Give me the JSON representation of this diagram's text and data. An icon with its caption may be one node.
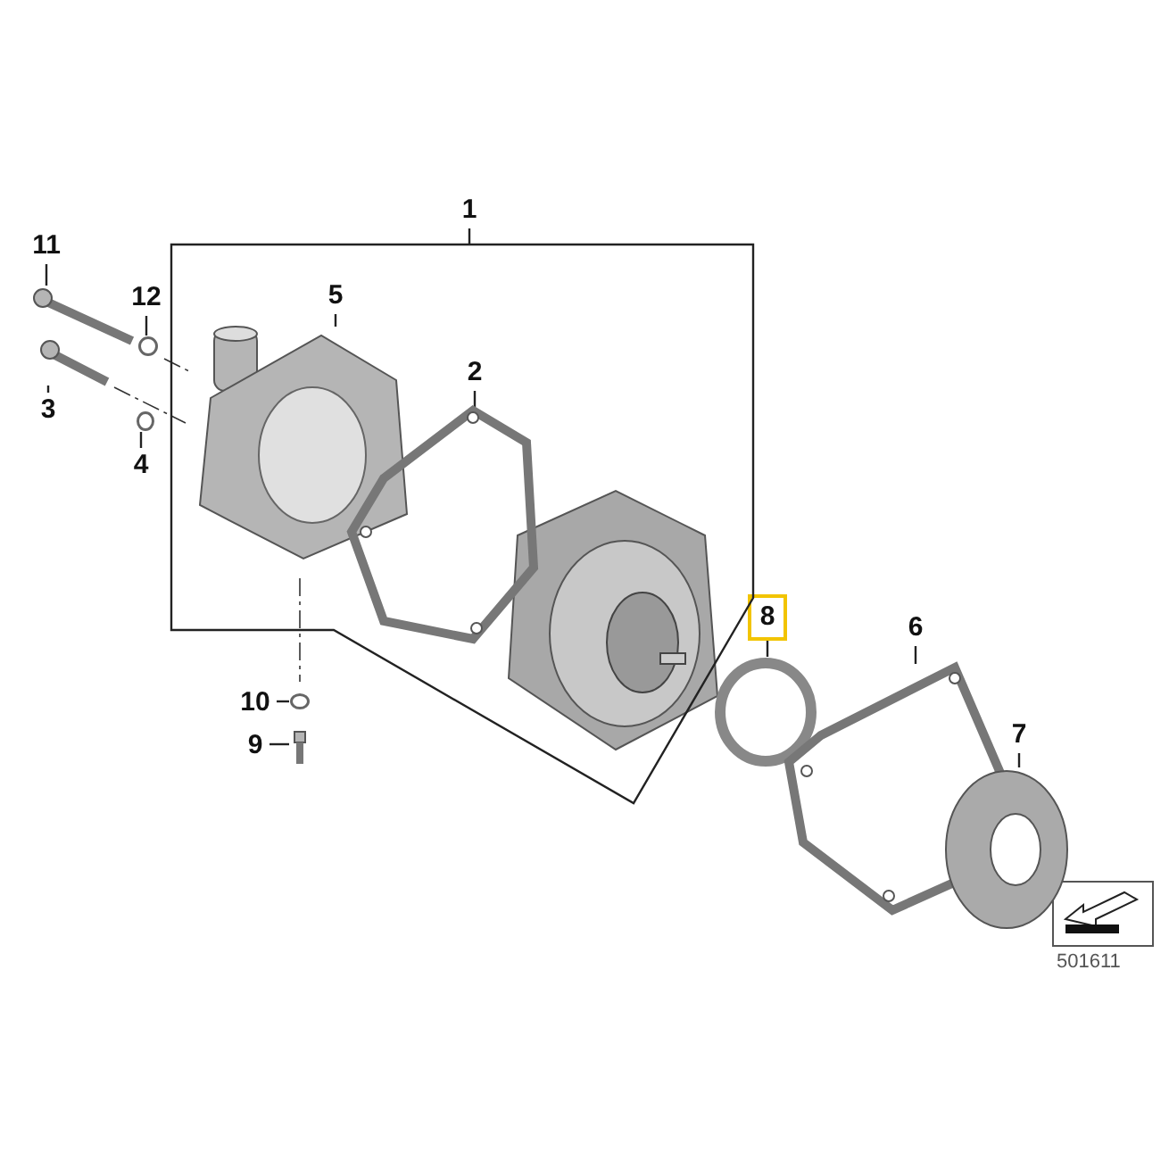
{
  "diagram": {
    "nodes": [
      {
        "text": [
          "1"
        ]
      },
      {
        "text": [
          "11"
        ]
      },
      {
        "text": [
          "12"
        ]
      },
      {
        "text": [
          "5"
        ],
        "in": 12
      },
      {
        "text": [
          "2"
        ],
        "in": 12
      },
      {
        "text": [
          "3"
        ]
      },
      {
        "text": [
          "4"
        ]
      },
      {
        "text": [
          "8"
        ]
      },
      {
        "text": [
          "6"
        ]
      },
      {
        "text": [
          "10"
        ]
      },
      {
        "text": [
          "9"
        ]
      },
      {
        "text": [
          "7"
        ]
      },
      {
        "text": [],
        "shape": "box"
      },
      {
        "text": [],
        "shape": "picture"
      },
      {
        "text": [],
        "shape": "circle"
      },
      {
        "text": [],
        "shape": "picture"
      },
      {
        "text": [],
        "shape": "circle"
      },
      {
        "text": [],
        "shape": "picture",
        "in": 12
      },
      {
        "text": [],
        "shape": "picture",
        "in": 12
      },
      {
        "text": [],
        "shape": "circle"
      },
      {
        "text": [],
        "shape": "picture"
      },
      {
        "text": [],
        "shape": "picture"
      },
      {
        "text": [],
        "shape": "circle"
      },
      {
        "text": [],
        "shape": "picture"
      }
    ],
    "edges": [
      {
        "from": 0,
        "to": 12,
        "arrow": "none"
      },
      {
        "from": 1,
        "to": 13,
        "arrow": "none"
      },
      {
        "from": 2,
        "to": 14,
        "arrow": "none"
      },
      {
        "from": 3,
        "to": 17,
        "arrow": "none"
      },
      {
        "from": 4,
        "to": 18,
        "arrow": "none"
      },
      {
        "from": 5,
        "to": 15,
        "arrow": "none"
      },
      {
        "from": 6,
        "to": 16,
        "arrow": "none"
      },
      {
        "from": 7,
        "to": 19,
        "arrow": "none"
      },
      {
        "from": 8,
        "to": 20,
        "arrow": "none"
      },
      {
        "from": 9,
        "to": 22,
        "arrow": "none"
      },
      {
        "from": 10,
        "to": 23,
        "arrow": "none"
      },
      {
        "from": 11,
        "to": 21,
        "arrow": "none"
      }
    ],
    "labels": [
      "501611"
    ]
  }
}
